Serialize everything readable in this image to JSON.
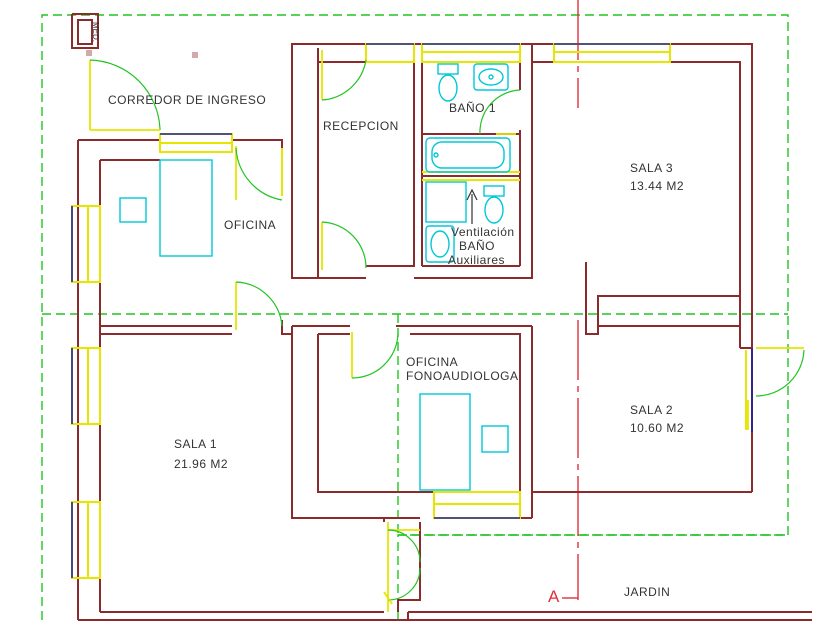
{
  "labels": {
    "corridor": "CORREDOR DE INGRESO",
    "reception": "RECEPCION",
    "bathroom": "BAÑO 1",
    "office": "OFICINA",
    "room3_name": "SALA 3",
    "room3_area": "13.44 M2",
    "vent_line1": "Ventilación",
    "vent_line2": "BAÑO",
    "vent_line3": "Auxiliares",
    "speech_office_line1": "OFICINA",
    "speech_office_line2": "FONOAUDIOLOGA",
    "room2_name": "SALA 2",
    "room2_area": "10.60 M2",
    "room1_name": "SALA 1",
    "room1_area": "21.96 M2",
    "garden": "JARDIN",
    "section_mark": "A",
    "med_box": "MED."
  }
}
